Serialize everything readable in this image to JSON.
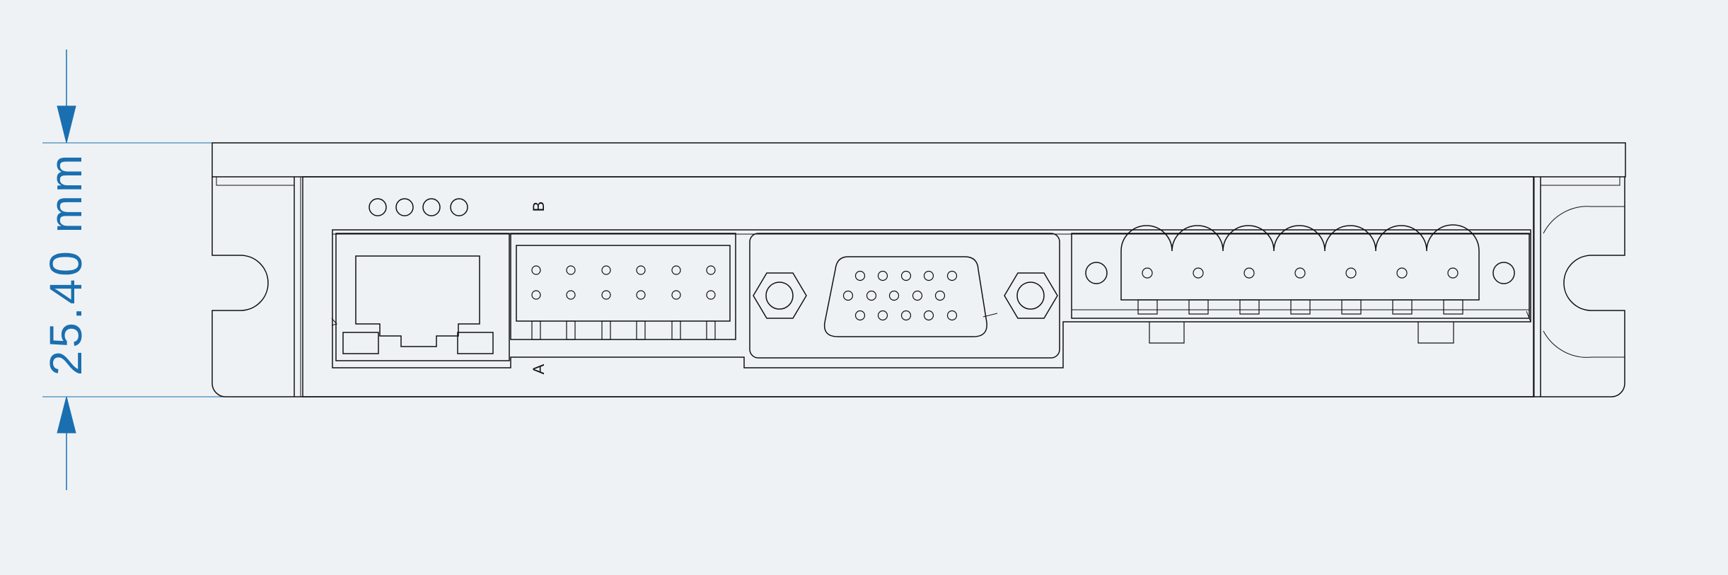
{
  "dimension": {
    "label": "25.40 mm",
    "color": "#1a6fb0"
  },
  "connector_labels": {
    "top": "B",
    "bottom": "A"
  },
  "colors": {
    "background": "#eef2f5",
    "line": "#111111",
    "dimension": "#1a6fb0"
  }
}
